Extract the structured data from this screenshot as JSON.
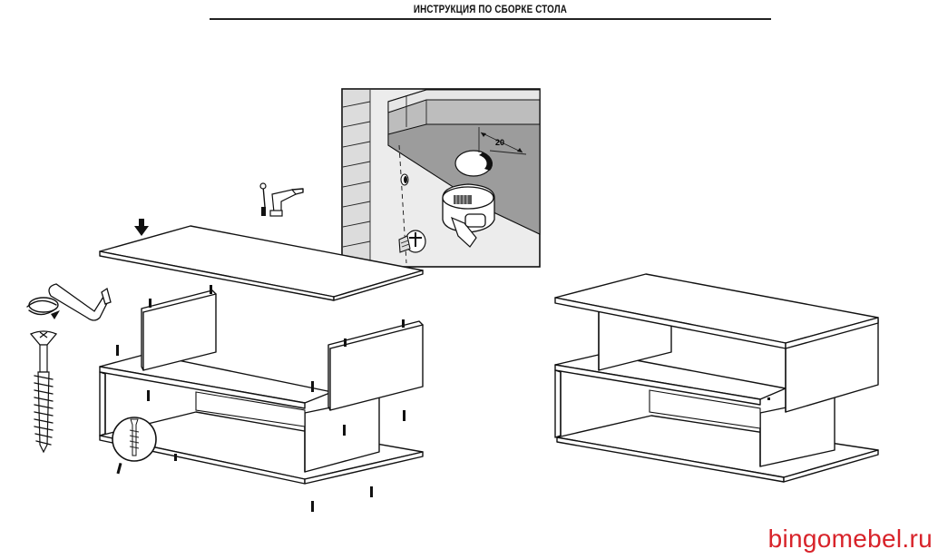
{
  "header": {
    "title": "ИНСТРУКЦИЯ ПО СБОРКЕ СТОЛА"
  },
  "detail_view": {
    "dimension_label": "20"
  },
  "watermark": {
    "brand": "bingomebel.ru",
    "color": "#d8232a"
  },
  "icons": {
    "press_down": "arrow-down-icon",
    "tools": "screwdriver-drill-icon",
    "hex_key": "hex-key-icon",
    "screw": "confirmat-screw-icon"
  }
}
